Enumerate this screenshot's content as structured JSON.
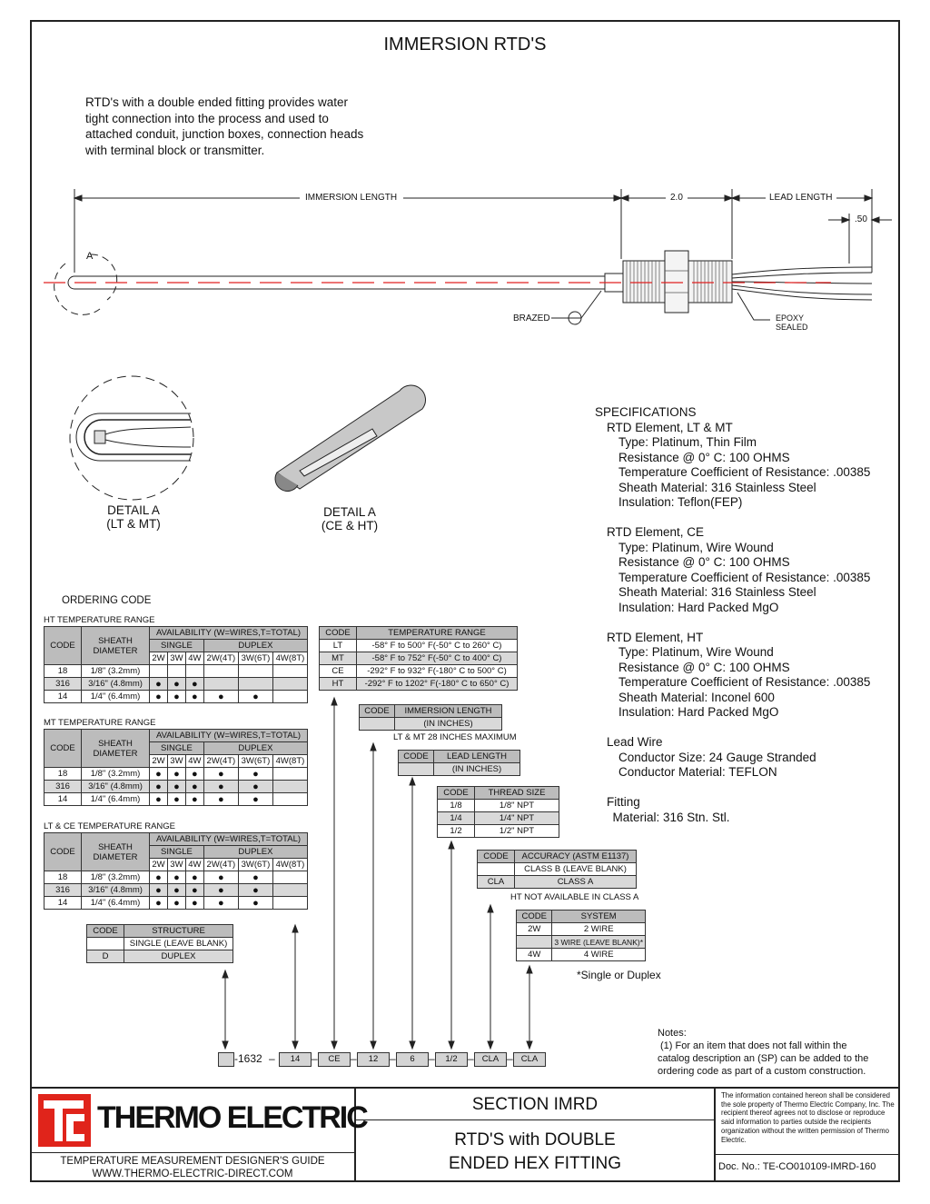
{
  "title": "IMMERSION RTD'S",
  "intro": [
    "RTD's with a double ended fitting provides water",
    "tight connection into the process and used to",
    "attached conduit, junction boxes, connection heads",
    "with terminal block or transmitter."
  ],
  "drawing": {
    "immersion_length": "IMMERSION LENGTH",
    "dim_2": "2.0",
    "lead_length": "LEAD LENGTH",
    "dim_50": ".50",
    "detail_marker": "A",
    "brazed": "BRAZED",
    "epoxy": "EPOXY",
    "sealed": "SEALED",
    "detail_a_lt": "DETAIL A",
    "detail_a_lt_sub": "(LT & MT)",
    "detail_a_ce": "DETAIL A",
    "detail_a_ce_sub": "(CE & HT)"
  },
  "specs": [
    {
      "text": "SPECIFICATIONS",
      "indent": 0
    },
    {
      "text": "RTD Element, LT & MT",
      "indent": 1
    },
    {
      "text": "Type: Platinum, Thin Film",
      "indent": 2
    },
    {
      "text": "Resistance @ 0° C: 100 OHMS",
      "indent": 2
    },
    {
      "text": "Temperature Coefficient of Resistance: .00385",
      "indent": 2
    },
    {
      "text": "Sheath Material: 316 Stainless Steel",
      "indent": 2
    },
    {
      "text": "Insulation: Teflon(FEP)",
      "indent": 2
    },
    {
      "text": "",
      "indent": 0
    },
    {
      "text": "RTD Element, CE",
      "indent": 1
    },
    {
      "text": "Type: Platinum, Wire Wound",
      "indent": 2
    },
    {
      "text": "Resistance @ 0° C: 100 OHMS",
      "indent": 2
    },
    {
      "text": "Temperature Coefficient of Resistance: .00385",
      "indent": 2
    },
    {
      "text": "Sheath Material: 316 Stainless Steel",
      "indent": 2
    },
    {
      "text": "Insulation: Hard Packed MgO",
      "indent": 2
    },
    {
      "text": "",
      "indent": 0
    },
    {
      "text": "RTD Element, HT",
      "indent": 1
    },
    {
      "text": "Type: Platinum, Wire Wound",
      "indent": 2
    },
    {
      "text": "Resistance @ 0° C: 100 OHMS",
      "indent": 2
    },
    {
      "text": "Temperature Coefficient of Resistance: .00385",
      "indent": 2
    },
    {
      "text": "Sheath Material: Inconel 600",
      "indent": 2
    },
    {
      "text": "Insulation: Hard Packed MgO",
      "indent": 2
    },
    {
      "text": "",
      "indent": 0
    },
    {
      "text": "Lead Wire",
      "indent": 1
    },
    {
      "text": "Conductor Size: 24 Gauge Stranded",
      "indent": 2
    },
    {
      "text": "Conductor Material: TEFLON",
      "indent": 2
    },
    {
      "text": "",
      "indent": 0
    },
    {
      "text": "Fitting",
      "indent": 1
    },
    {
      "text": "Material: 316 Stn. Stl.",
      "indent": 1.5
    }
  ],
  "ordering": {
    "heading": "ORDERING CODE",
    "avail_header": "AVAILABILITY (W=WIRES,T=TOTAL)",
    "code": "CODE",
    "sheath_diameter": "SHEATH DIAMETER",
    "single": "SINGLE",
    "duplex": "DUPLEX",
    "cols": [
      "2W",
      "3W",
      "4W",
      "2W(4T)",
      "3W(6T)",
      "4W(8T)"
    ],
    "sizes": [
      {
        "code": "18",
        "dia": "1/8\" (3.2mm)"
      },
      {
        "code": "316",
        "dia": "3/16\" (4.8mm)"
      },
      {
        "code": "14",
        "dia": "1/4\" (6.4mm)"
      }
    ],
    "tables": [
      {
        "title": "HT TEMPERATURE RANGE",
        "dots": [
          [
            0,
            0,
            0,
            0,
            0,
            0
          ],
          [
            1,
            1,
            1,
            0,
            0,
            0
          ],
          [
            1,
            1,
            1,
            1,
            1,
            0
          ]
        ]
      },
      {
        "title": "MT TEMPERATURE RANGE",
        "dots": [
          [
            1,
            1,
            1,
            1,
            1,
            0
          ],
          [
            1,
            1,
            1,
            1,
            1,
            0
          ],
          [
            1,
            1,
            1,
            1,
            1,
            0
          ]
        ]
      },
      {
        "title": "LT & CE TEMPERATURE RANGE",
        "dots": [
          [
            1,
            1,
            1,
            1,
            1,
            0
          ],
          [
            1,
            1,
            1,
            1,
            1,
            0
          ],
          [
            1,
            1,
            1,
            1,
            1,
            0
          ]
        ]
      }
    ],
    "structure": {
      "header": [
        "CODE",
        "STRUCTURE"
      ],
      "rows": [
        [
          "",
          "SINGLE (LEAVE BLANK)"
        ],
        [
          "D",
          "DUPLEX"
        ]
      ]
    },
    "temp_range": {
      "header": [
        "CODE",
        "TEMPERATURE RANGE"
      ],
      "rows": [
        [
          "LT",
          "-58° F to 500° F(-50° C to 260° C)"
        ],
        [
          "MT",
          "-58° F to 752° F(-50° C to 400° C)"
        ],
        [
          "CE",
          "-292° F to 932° F(-180° C to 500° C)"
        ],
        [
          "HT",
          "-292° F to 1202° F(-180° C to 650° C)"
        ]
      ]
    },
    "immersion": {
      "header": [
        "CODE",
        "IMMERSION LENGTH"
      ],
      "sub": "(IN INCHES)",
      "note": "LT & MT 28 INCHES MAXIMUM"
    },
    "lead": {
      "header": [
        "CODE",
        "LEAD LENGTH"
      ],
      "sub": "(IN INCHES)"
    },
    "thread": {
      "header": [
        "CODE",
        "THREAD SIZE"
      ],
      "rows": [
        [
          "1/8",
          "1/8\" NPT"
        ],
        [
          "1/4",
          "1/4\" NPT"
        ],
        [
          "1/2",
          "1/2\" NPT"
        ]
      ]
    },
    "accuracy": {
      "header": [
        "CODE",
        "ACCURACY (ASTM E1137)"
      ],
      "rows": [
        [
          "",
          "CLASS B (LEAVE BLANK)"
        ],
        [
          "CLA",
          "CLASS A"
        ]
      ],
      "note": "HT NOT AVAILABLE IN CLASS A"
    },
    "system": {
      "header": [
        "CODE",
        "SYSTEM"
      ],
      "rows": [
        [
          "2W",
          "2 WIRE"
        ],
        [
          "",
          "3 WIRE (LEAVE BLANK)*"
        ],
        [
          "4W",
          "4 WIRE"
        ]
      ],
      "note": "*Single or Duplex"
    },
    "example": {
      "prefix": "-1632",
      "parts": [
        "14",
        "CE",
        "12",
        "6",
        "1/2",
        "CLA",
        "CLA"
      ]
    }
  },
  "notes": {
    "title": "Notes:",
    "lines": [
      "(1) For an item that does not fall within the",
      "catalog description an (SP) can be added to the",
      "ordering code as part of a custom construction."
    ]
  },
  "footer": {
    "brand": "THERMO ELECTRIC",
    "guide": "TEMPERATURE MEASUREMENT DESIGNER'S GUIDE",
    "url": "WWW.THERMO-ELECTRIC-DIRECT.COM",
    "section": "SECTION IMRD",
    "product_line1": "RTD'S with DOUBLE",
    "product_line2": "ENDED HEX FITTING",
    "disclaimer": "The information contained hereon shall be considered the sole property of Thermo Electric Company, Inc. The recipient thereof agrees not to disclose or reproduce said information to parties outside the recipients organization without the written permission of Thermo Electric.",
    "doc_no": "Doc. No.: TE-CO010109-IMRD-160"
  },
  "colors": {
    "brand_red": "#e0241b",
    "centerline_red": "#e02020",
    "header_gray": "#bcbcbc",
    "row_gray": "#d9d9d9"
  }
}
